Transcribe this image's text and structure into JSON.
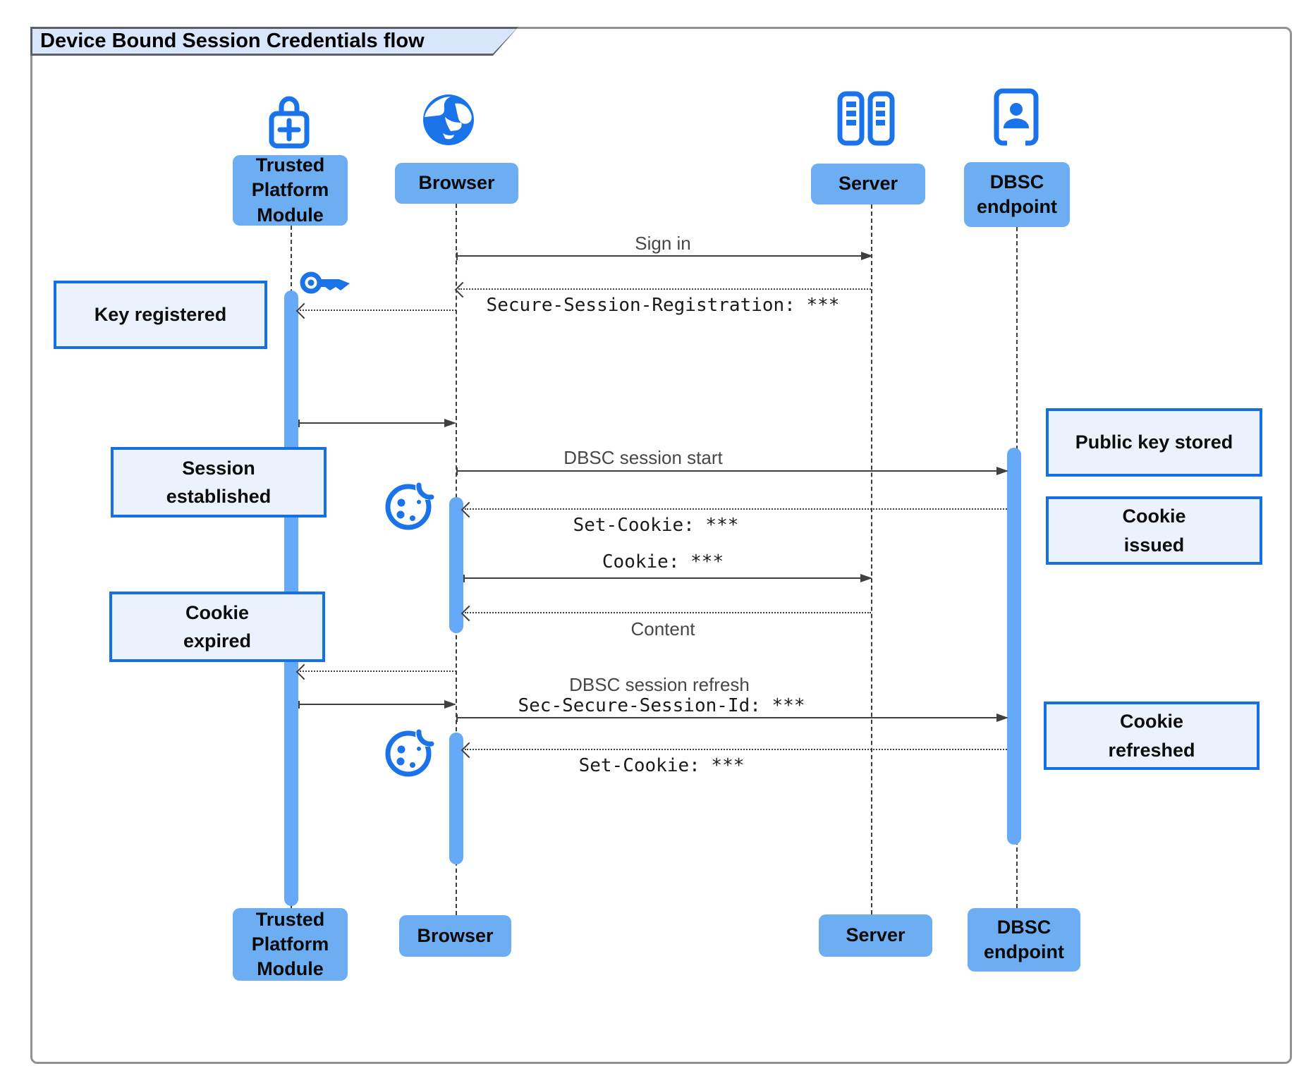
{
  "title": "Device Bound Session Credentials flow",
  "participants": {
    "tpm": {
      "label": "Trusted\nPlatform\nModule",
      "icon": "lock-plus-icon"
    },
    "browser": {
      "label": "Browser",
      "icon": "globe-icon"
    },
    "server": {
      "label": "Server",
      "icon": "server-racks-icon"
    },
    "dbsc": {
      "label": "DBSC\nendpoint",
      "icon": "id-badge-icon"
    }
  },
  "messages": {
    "sign_in": "Sign in",
    "secure_session_registration": "Secure-Session-Registration: ***",
    "dbsc_session_start": "DBSC session start",
    "set_cookie_1": "Set-Cookie: ***",
    "cookie": "Cookie: ***",
    "content": "Content",
    "dbsc_session_refresh": "DBSC session refresh",
    "sec_secure_session_id": "Sec-Secure-Session-Id: ***",
    "set_cookie_2": "Set-Cookie: ***"
  },
  "notes": {
    "key_registered": "Key registered",
    "session_established": "Session\nestablished",
    "cookie_expired": "Cookie\nexpired",
    "public_key_stored": "Public key stored",
    "cookie_issued": "Cookie\nissued",
    "cookie_refreshed": "Cookie\nrefreshed"
  },
  "icons": {
    "tpm": "lock-plus-icon",
    "browser": "globe-icon",
    "server": "server-racks-icon",
    "dbsc": "id-badge-icon",
    "key": "key-icon",
    "cookie": "cookie-icon"
  },
  "colors": {
    "icon_blue": "#1a73e8",
    "participant_fill": "#6dadf2",
    "activation_fill": "#66a9f7",
    "note_fill": "#ebf2fd",
    "note_border": "#1470e3",
    "title_fill": "#d7e6fb"
  }
}
